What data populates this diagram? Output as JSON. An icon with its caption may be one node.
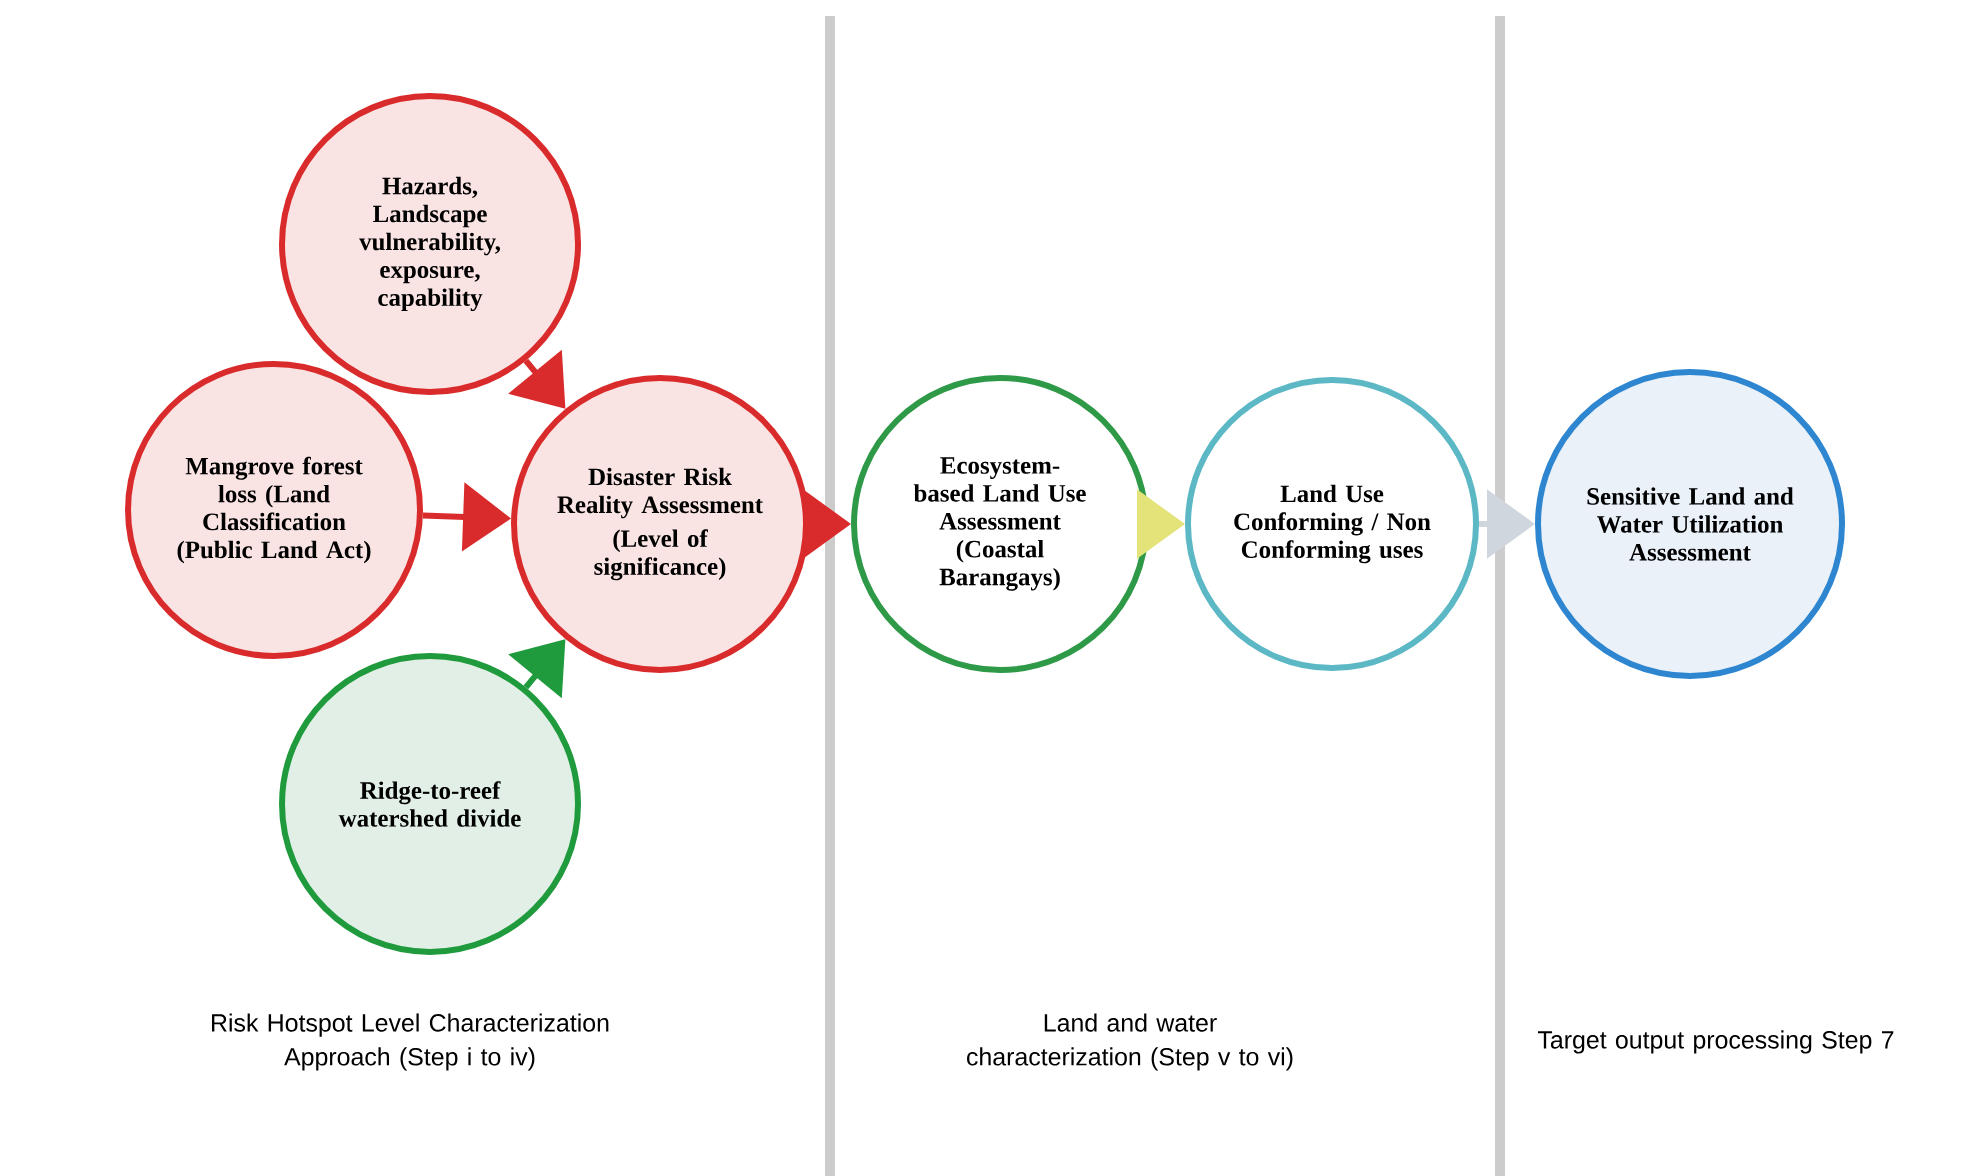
{
  "diagram": {
    "nodes": [
      {
        "text": [
          "Hazards, Landscape vulnerability, exposure, capability"
        ]
      },
      {
        "text": [
          "Mangrove forest loss (Land Classification (Public Land Act)"
        ]
      },
      {
        "text": [
          "Disaster Risk Reality Assessment",
          "(Level of significance)"
        ]
      },
      {
        "text": [
          "Ridge-to-reef watershed divide"
        ]
      },
      {
        "text": [
          "Ecosystem-based Land Use Assessment (Coastal Barangays)"
        ]
      },
      {
        "text": [
          "Land Use Conforming / Non Conforming uses"
        ]
      },
      {
        "text": [
          "Sensitive Land and Water Utilization Assessment"
        ]
      }
    ],
    "edges": [
      {
        "from": 0,
        "to": 2,
        "arrow": "to"
      },
      {
        "from": 1,
        "to": 2,
        "arrow": "to"
      },
      {
        "from": 3,
        "to": 2,
        "arrow": "to",
        "color": "#1f9a3c"
      },
      {
        "from": 2,
        "to": 4,
        "arrow": "to"
      },
      {
        "from": 4,
        "to": 5,
        "arrow": "to",
        "color": "#e3e37a"
      },
      {
        "from": 5,
        "to": 6,
        "arrow": "to",
        "color": "#cfd6de"
      }
    ],
    "labels": [
      "Risk Hotspot Level Characterization Approach (Step i to iv)",
      "Land and water characterization (Step v to vi)",
      "Target output processing Step 7"
    ]
  }
}
